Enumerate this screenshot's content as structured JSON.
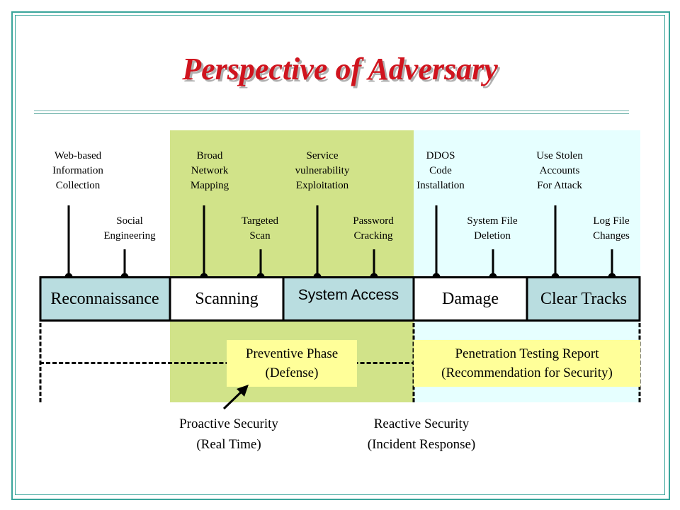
{
  "title": "Perspective of Adversary",
  "colors": {
    "title": "#d0141e",
    "frame": "#3aa59b",
    "scanning_access_bg": "#d1e389",
    "damage_tracks_bg": "#e6ffff",
    "phase_teal": "#b9dde0",
    "note_yellow": "#ffff99"
  },
  "activities_top": [
    {
      "l1": "Web-based",
      "l2": "Information",
      "l3": "Collection"
    },
    {
      "l1": "Broad",
      "l2": "Network",
      "l3": "Mapping"
    },
    {
      "l1": "Service",
      "l2": "vulnerability",
      "l3": "Exploitation"
    },
    {
      "l1": "DDOS",
      "l2": "Code",
      "l3": "Installation"
    },
    {
      "l1": "Use Stolen",
      "l2": "Accounts",
      "l3": "For Attack"
    }
  ],
  "activities_bottom": [
    {
      "l1": "Social",
      "l2": "Engineering"
    },
    {
      "l1": "Targeted",
      "l2": "Scan"
    },
    {
      "l1": "Password",
      "l2": "Cracking"
    },
    {
      "l1": "System File",
      "l2": "Deletion"
    },
    {
      "l1": "Log File",
      "l2": "Changes"
    }
  ],
  "phases": [
    {
      "label": "Reconnaissance"
    },
    {
      "label": "Scanning"
    },
    {
      "label": "System Access"
    },
    {
      "label": "Damage"
    },
    {
      "label": "Clear Tracks"
    }
  ],
  "preventive": {
    "line1": "Preventive Phase",
    "line2": "(Defense)"
  },
  "pentest": {
    "line1": "Penetration Testing Report",
    "line2": "(Recommendation for Security)"
  },
  "proactive": {
    "line1": "Proactive Security",
    "line2": "(Real Time)"
  },
  "reactive": {
    "line1": "Reactive Security",
    "line2": "(Incident Response)"
  }
}
